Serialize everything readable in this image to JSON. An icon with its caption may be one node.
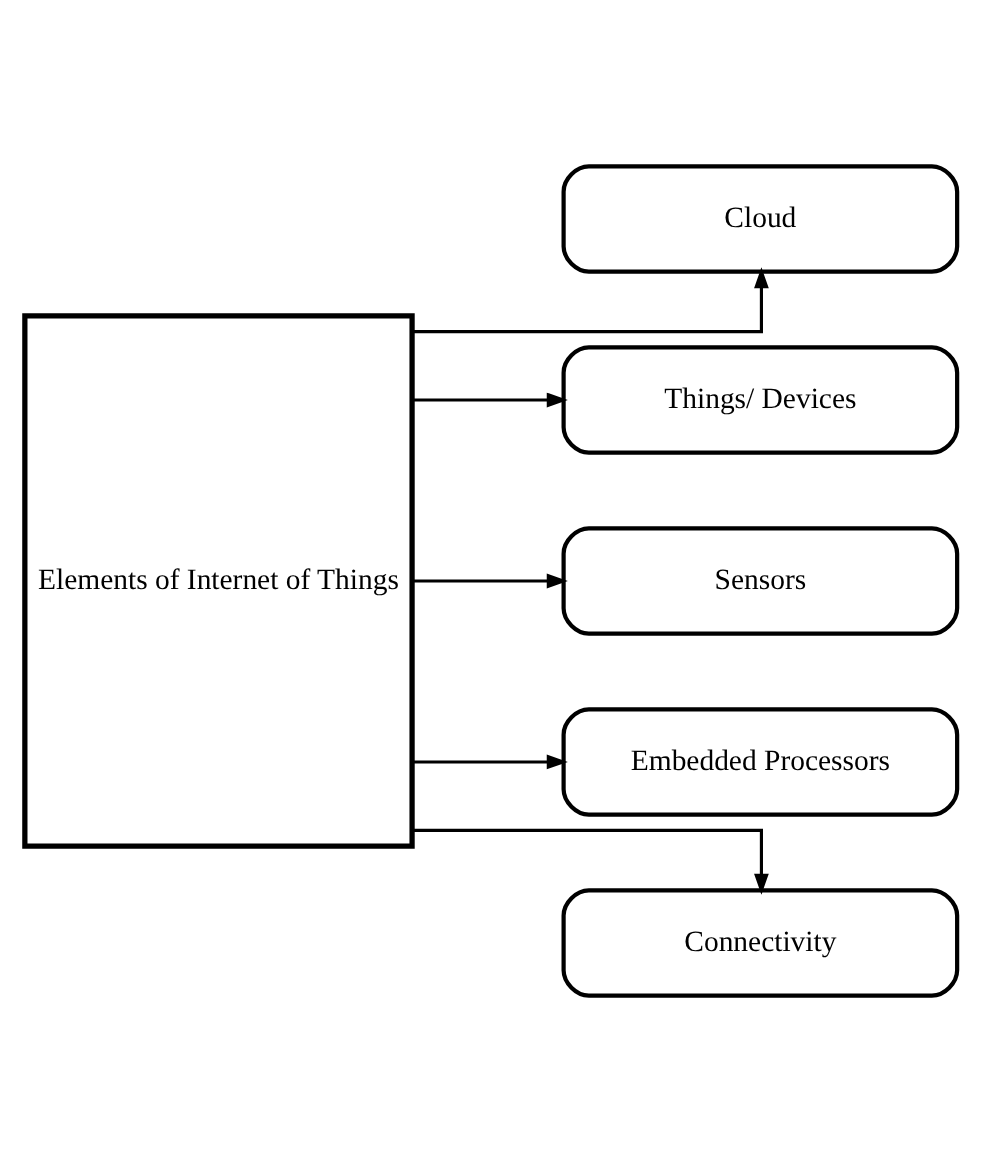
{
  "diagram": {
    "nodes": [
      {
        "text": [
          "Elements of Internet of Things"
        ]
      },
      {
        "text": [
          "Cloud"
        ]
      },
      {
        "text": [
          "Things/ Devices"
        ]
      },
      {
        "text": [
          "Sensors"
        ]
      },
      {
        "text": [
          "Embedded Processors"
        ]
      },
      {
        "text": [
          "Connectivity"
        ]
      }
    ],
    "edges": [
      {
        "from": 0,
        "to": 1,
        "arrow": "to"
      },
      {
        "from": 0,
        "to": 2,
        "arrow": "to"
      },
      {
        "from": 0,
        "to": 3,
        "arrow": "to"
      },
      {
        "from": 0,
        "to": 4,
        "arrow": "to"
      },
      {
        "from": 0,
        "to": 5,
        "arrow": "to"
      }
    ]
  }
}
